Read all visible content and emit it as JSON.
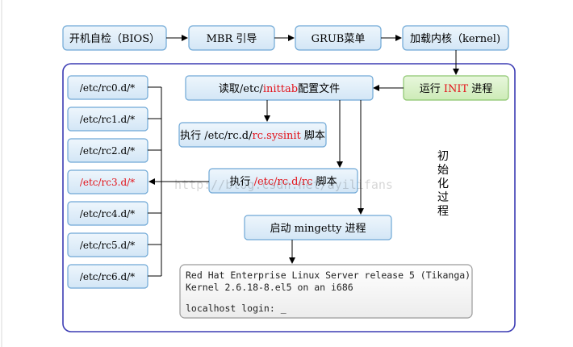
{
  "top_flow": [
    {
      "text": "开机自检（BIOS）"
    },
    {
      "text": "MBR 引导"
    },
    {
      "text": "GRUB菜单"
    },
    {
      "text": "加载内核（kernel)"
    }
  ],
  "init_box": {
    "prefix": "运行 ",
    "highlight": "INIT",
    "suffix": " 进程"
  },
  "read_box": {
    "prefix": "读取/etc/",
    "highlight": "inittab",
    "suffix": "配置文件"
  },
  "sysinit_box": {
    "prefix": "执行 /etc/rc.d/",
    "highlight": "rc.sysinit",
    "suffix": " 脚本"
  },
  "rc_box": {
    "prefix": "执行 ",
    "highlight": "/etc/rc.d/rc",
    "suffix": " 脚本"
  },
  "mingetty_box": {
    "text": "启动 mingetty 进程"
  },
  "side_label": [
    "初",
    "始",
    "化",
    "过",
    "程"
  ],
  "rc_dirs": [
    {
      "text": "/etc/rc0.d/*",
      "color": "#000000"
    },
    {
      "text": "/etc/rc1.d/*",
      "color": "#000000"
    },
    {
      "text": "/etc/rc2.d/*",
      "color": "#000000"
    },
    {
      "text": "/etc/rc3.d/*",
      "color": "#e3141b"
    },
    {
      "text": "/etc/rc4.d/*",
      "color": "#000000"
    },
    {
      "text": "/etc/rc5.d/*",
      "color": "#000000"
    },
    {
      "text": "/etc/rc6.d/*",
      "color": "#000000"
    }
  ],
  "console": {
    "line1": "Red Hat Enterprise Linux Server release 5 (Tikanga)",
    "line2": "Kernel 2.6.18-8.el5 on an i686",
    "line3": "localhost login: _"
  },
  "watermark": "http://blog.csdn.net/ayilifans",
  "colors": {
    "box_fill": "#dbeaf7",
    "box_stroke": "#6fa8d6",
    "init_fill": "#d6efc5",
    "frame": "#3c3cb4",
    "highlight": "#e3141b"
  }
}
